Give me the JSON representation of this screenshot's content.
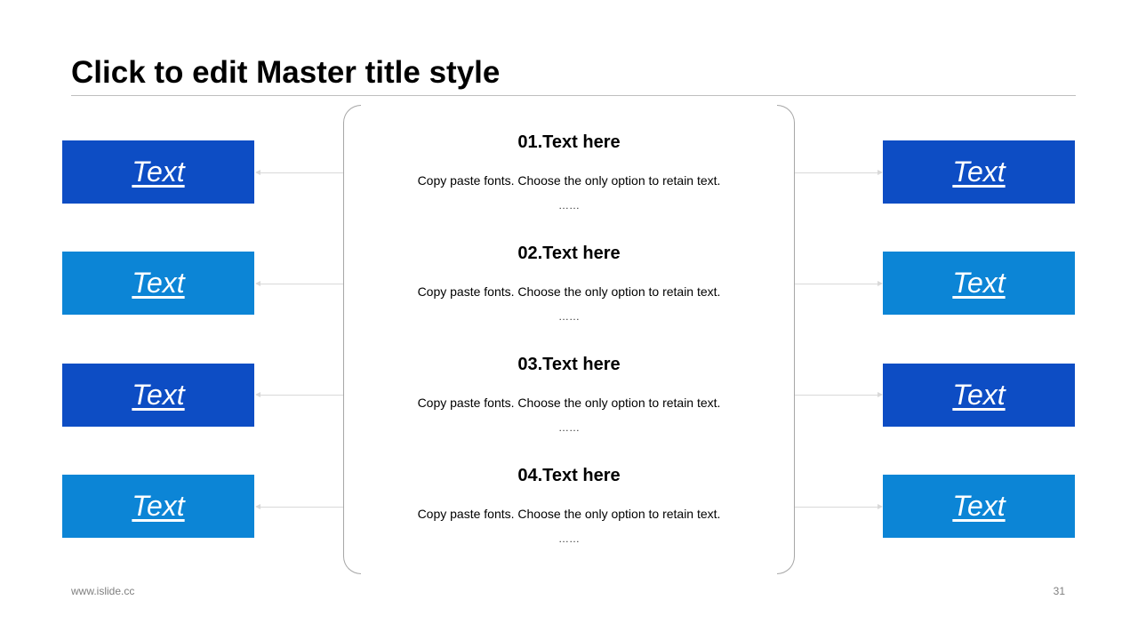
{
  "title": "Click to edit Master title style",
  "left_boxes": [
    {
      "label": "Text"
    },
    {
      "label": "Text"
    },
    {
      "label": "Text"
    },
    {
      "label": "Text"
    }
  ],
  "right_boxes": [
    {
      "label": "Text"
    },
    {
      "label": "Text"
    },
    {
      "label": "Text"
    },
    {
      "label": "Text"
    }
  ],
  "items": [
    {
      "heading": "01.Text here",
      "description": "Copy paste fonts. Choose the only option to retain text.",
      "ellipsis": "……"
    },
    {
      "heading": "02.Text here",
      "description": "Copy paste fonts. Choose the only option to retain text.",
      "ellipsis": "……"
    },
    {
      "heading": "03.Text here",
      "description": "Copy paste fonts. Choose the only option to retain text.",
      "ellipsis": "……"
    },
    {
      "heading": "04.Text here",
      "description": "Copy paste fonts. Choose the only option to retain text.",
      "ellipsis": "……"
    }
  ],
  "footer": {
    "url": "www.islide.cc",
    "page_number": "31"
  },
  "colors": {
    "dark_blue": "#0d4dc4",
    "light_blue": "#0c85d6",
    "frame": "#a6a6a6",
    "connector": "#d9d9d9"
  }
}
